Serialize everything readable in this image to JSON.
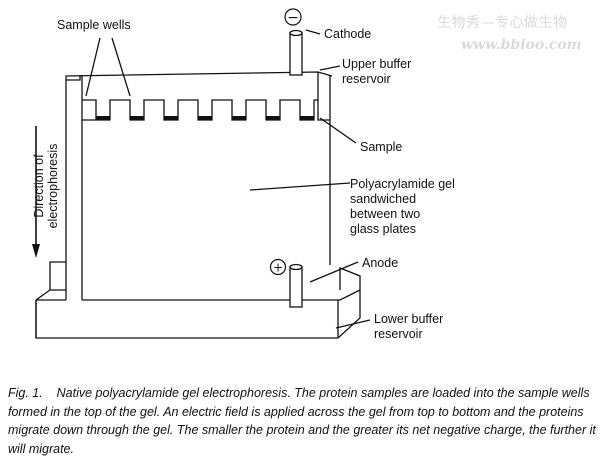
{
  "labels": {
    "sample_wells": "Sample wells",
    "cathode": "Cathode",
    "cathode_sign": "−",
    "upper_buffer": "Upper buffer\nreservoir",
    "sample": "Sample",
    "gel": "Polyacrylamide gel\nsandwiched\nbetween two\nglass plates",
    "anode": "Anode",
    "anode_sign": "+",
    "lower_buffer": "Lower buffer\nreservoir",
    "direction": "Direction of\nelectrophoresis"
  },
  "caption": {
    "fig_label": "Fig. 1.",
    "text": "Native polyacrylamide gel electrophoresis. The protein samples are loaded into the sample wells formed in the top of the gel. An electric field is applied across the gel from top to bottom and the proteins migrate down through the gel. The smaller the protein and the greater its net negative charge, the further it will migrate."
  },
  "watermark": {
    "line1": "生物秀—专心做生物",
    "line2": "www.bbioo.com"
  }
}
